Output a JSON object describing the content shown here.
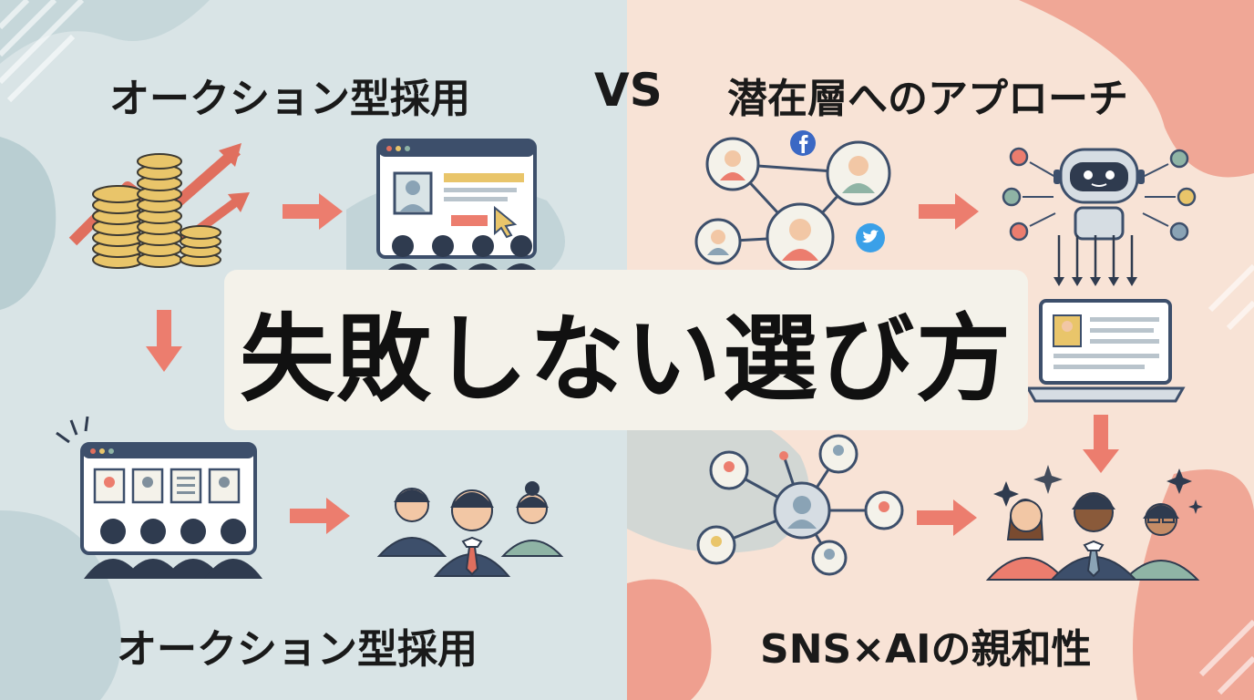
{
  "left": {
    "top_title": "オークション型採用",
    "bottom_title": "オークション型採用"
  },
  "vs_label": "VS",
  "right": {
    "top_title": "潜在層へのアプローチ",
    "bottom_title": "SNS×AIの親和性"
  },
  "banner": {
    "title": "失敗しない選び方"
  },
  "colors": {
    "left_bg": "#d9e4e6",
    "right_bg": "#f8e3d6",
    "accent_arrow": "#ec7d6e",
    "navy": "#3d4f6b",
    "coin": "#e9c56a",
    "banner_bg": "#f4f2ea"
  },
  "icons": [
    "coins-icon",
    "trend-arrow-icon",
    "job-board-icon",
    "crowd-icon",
    "people-icon",
    "network-icon",
    "facebook-icon",
    "twitter-icon",
    "ai-robot-icon",
    "laptop-icon",
    "sparkle-icon"
  ]
}
